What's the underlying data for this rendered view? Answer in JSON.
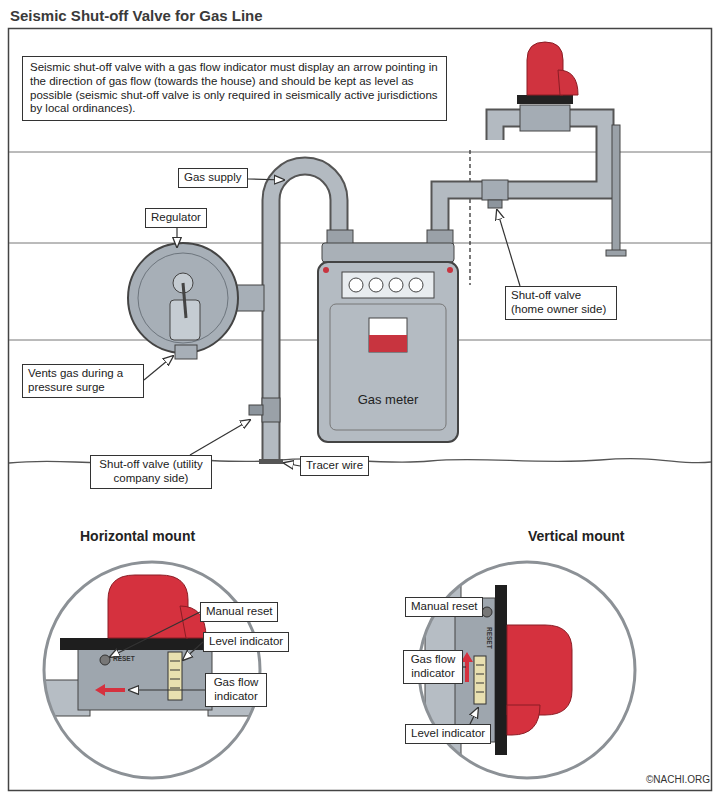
{
  "diagram": {
    "title": "Seismic Shut-off Valve for Gas Line",
    "nodes": [
      {
        "text": [
          "Seismic shut-off valve with a gas flow indicator must display an arrow pointing in the direction of gas flow (towards the house) and should be kept as level as possible (seismic shut-off valve is only required in seismically active jurisdictions by local ordinances)."
        ]
      },
      {
        "text": [
          "Gas supply"
        ]
      },
      {
        "text": [
          "Regulator"
        ]
      },
      {
        "text": [
          "Gas meter"
        ]
      },
      {
        "text": [
          "Shut-off valve (home owner side)"
        ]
      },
      {
        "text": [
          "Vents gas during a pressure surge"
        ]
      },
      {
        "text": [
          "Shut-off valve (utility company side)"
        ]
      },
      {
        "text": [
          "Tracer wire"
        ]
      },
      {
        "text": [
          "Horizontal mount"
        ]
      },
      {
        "text": [
          "Manual reset"
        ],
        "in": 8
      },
      {
        "text": [
          "Level indicator"
        ],
        "in": 8
      },
      {
        "text": [
          "Gas flow indicator"
        ],
        "in": 8
      },
      {
        "text": [
          "Vertical mount"
        ]
      },
      {
        "text": [
          "Manual reset"
        ],
        "in": 12
      },
      {
        "text": [
          "Gas flow indicator"
        ],
        "in": 12
      },
      {
        "text": [
          "Level indicator"
        ],
        "in": 12
      }
    ],
    "labels": [
      "RESET",
      "RESET",
      "©NACHI.ORG"
    ]
  }
}
